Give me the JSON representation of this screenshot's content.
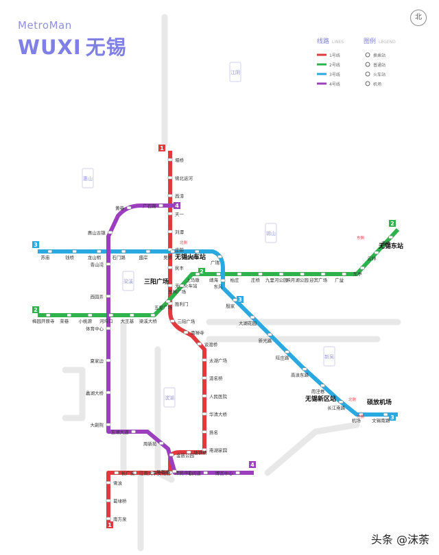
{
  "brand": {
    "sub": "MetroMan",
    "title_en": "WUXI",
    "title_cn": "无锡"
  },
  "compass": "北",
  "watermark": "头条 @沫荼",
  "legend": {
    "lines_title": "线路",
    "lines_en": "LINES",
    "lines": [
      {
        "label": "1号线",
        "color": "#e0393e"
      },
      {
        "label": "2号线",
        "color": "#2db24c"
      },
      {
        "label": "3号线",
        "color": "#2aa8e0"
      },
      {
        "label": "4号线",
        "color": "#9b3fbf"
      }
    ],
    "legend_title": "图例",
    "legend_en": "LEGEND",
    "items": [
      "换乘站",
      "普通站",
      "火车站",
      "机场"
    ]
  },
  "colors": {
    "line1": "#e0393e",
    "line2": "#2db24c",
    "line3": "#2aa8e0",
    "line4": "#9b3fbf",
    "future": "#e6e6e6"
  },
  "line_badges": [
    {
      "num": "1",
      "color": "#e0393e"
    },
    {
      "num": "1",
      "color": "#e0393e"
    },
    {
      "num": "2",
      "color": "#2db24c"
    },
    {
      "num": "2",
      "color": "#2db24c"
    },
    {
      "num": "2",
      "color": "#2db24c"
    },
    {
      "num": "3",
      "color": "#2aa8e0"
    },
    {
      "num": "3",
      "color": "#2aa8e0"
    },
    {
      "num": "3",
      "color": "#2aa8e0"
    },
    {
      "num": "4",
      "color": "#9b3fbf"
    },
    {
      "num": "4",
      "color": "#9b3fbf"
    }
  ],
  "district_labels": [
    "江阴",
    "惠山",
    "锡山",
    "梁溪",
    "新吴",
    "滨湖"
  ],
  "major_stations": [
    "无锡火车站",
    "三阳广场",
    "无锡东站",
    "无锡新区站",
    "硕放机场"
  ],
  "line1_stations": [
    "堰桥",
    "锡北运河",
    "西漳",
    "天一",
    "刘潭",
    "庄前",
    "民丰",
    "无锡火车站",
    "胜利门",
    "三阳广场",
    "南禅寺",
    "谈渡桥",
    "太湖广场",
    "清名桥",
    "人民医院",
    "华清大桥",
    "扬名",
    "南湖家园",
    "塘铁桥",
    "金匮公园",
    "市民中心",
    "文化宫",
    "江南大学",
    "长广溪",
    "雪浪",
    "葛埭桥",
    "南方泉"
  ],
  "line2_stations": [
    "梅园开原寺",
    "荣巷",
    "小桃源",
    "河埒口",
    "大王基",
    "梁溪大桥",
    "五爱广场",
    "东林广场",
    "上马墩",
    "靖海",
    "柏庄",
    "庄桥",
    "九里河公园",
    "映月湖公园",
    "迎宾广场",
    "广益",
    "东亭",
    "云林",
    "查桥"
  ],
  "line3_stations": [
    "苏庙",
    "钱桥",
    "龙山梢",
    "石门路",
    "盛岸",
    "吴桥",
    "北栅口",
    "广瑞",
    "东风",
    "殷家",
    "大湖花园",
    "新光路",
    "旺庄路",
    "高浪东路",
    "周泾巷",
    "长江南路",
    "机场",
    "文锡南路"
  ],
  "line4_stations": [
    "广石路",
    "黄巷",
    "惠山古镇",
    "青山湾",
    "西园弄",
    "体育中心",
    "夏家边",
    "蠡湖大桥",
    "大剧院",
    "五湖大道",
    "周新苑",
    "吴都路",
    "丰润道",
    "博览中心"
  ],
  "misc_labels": [
    "北侧",
    "东侧",
    "北侧",
    "东侧"
  ]
}
